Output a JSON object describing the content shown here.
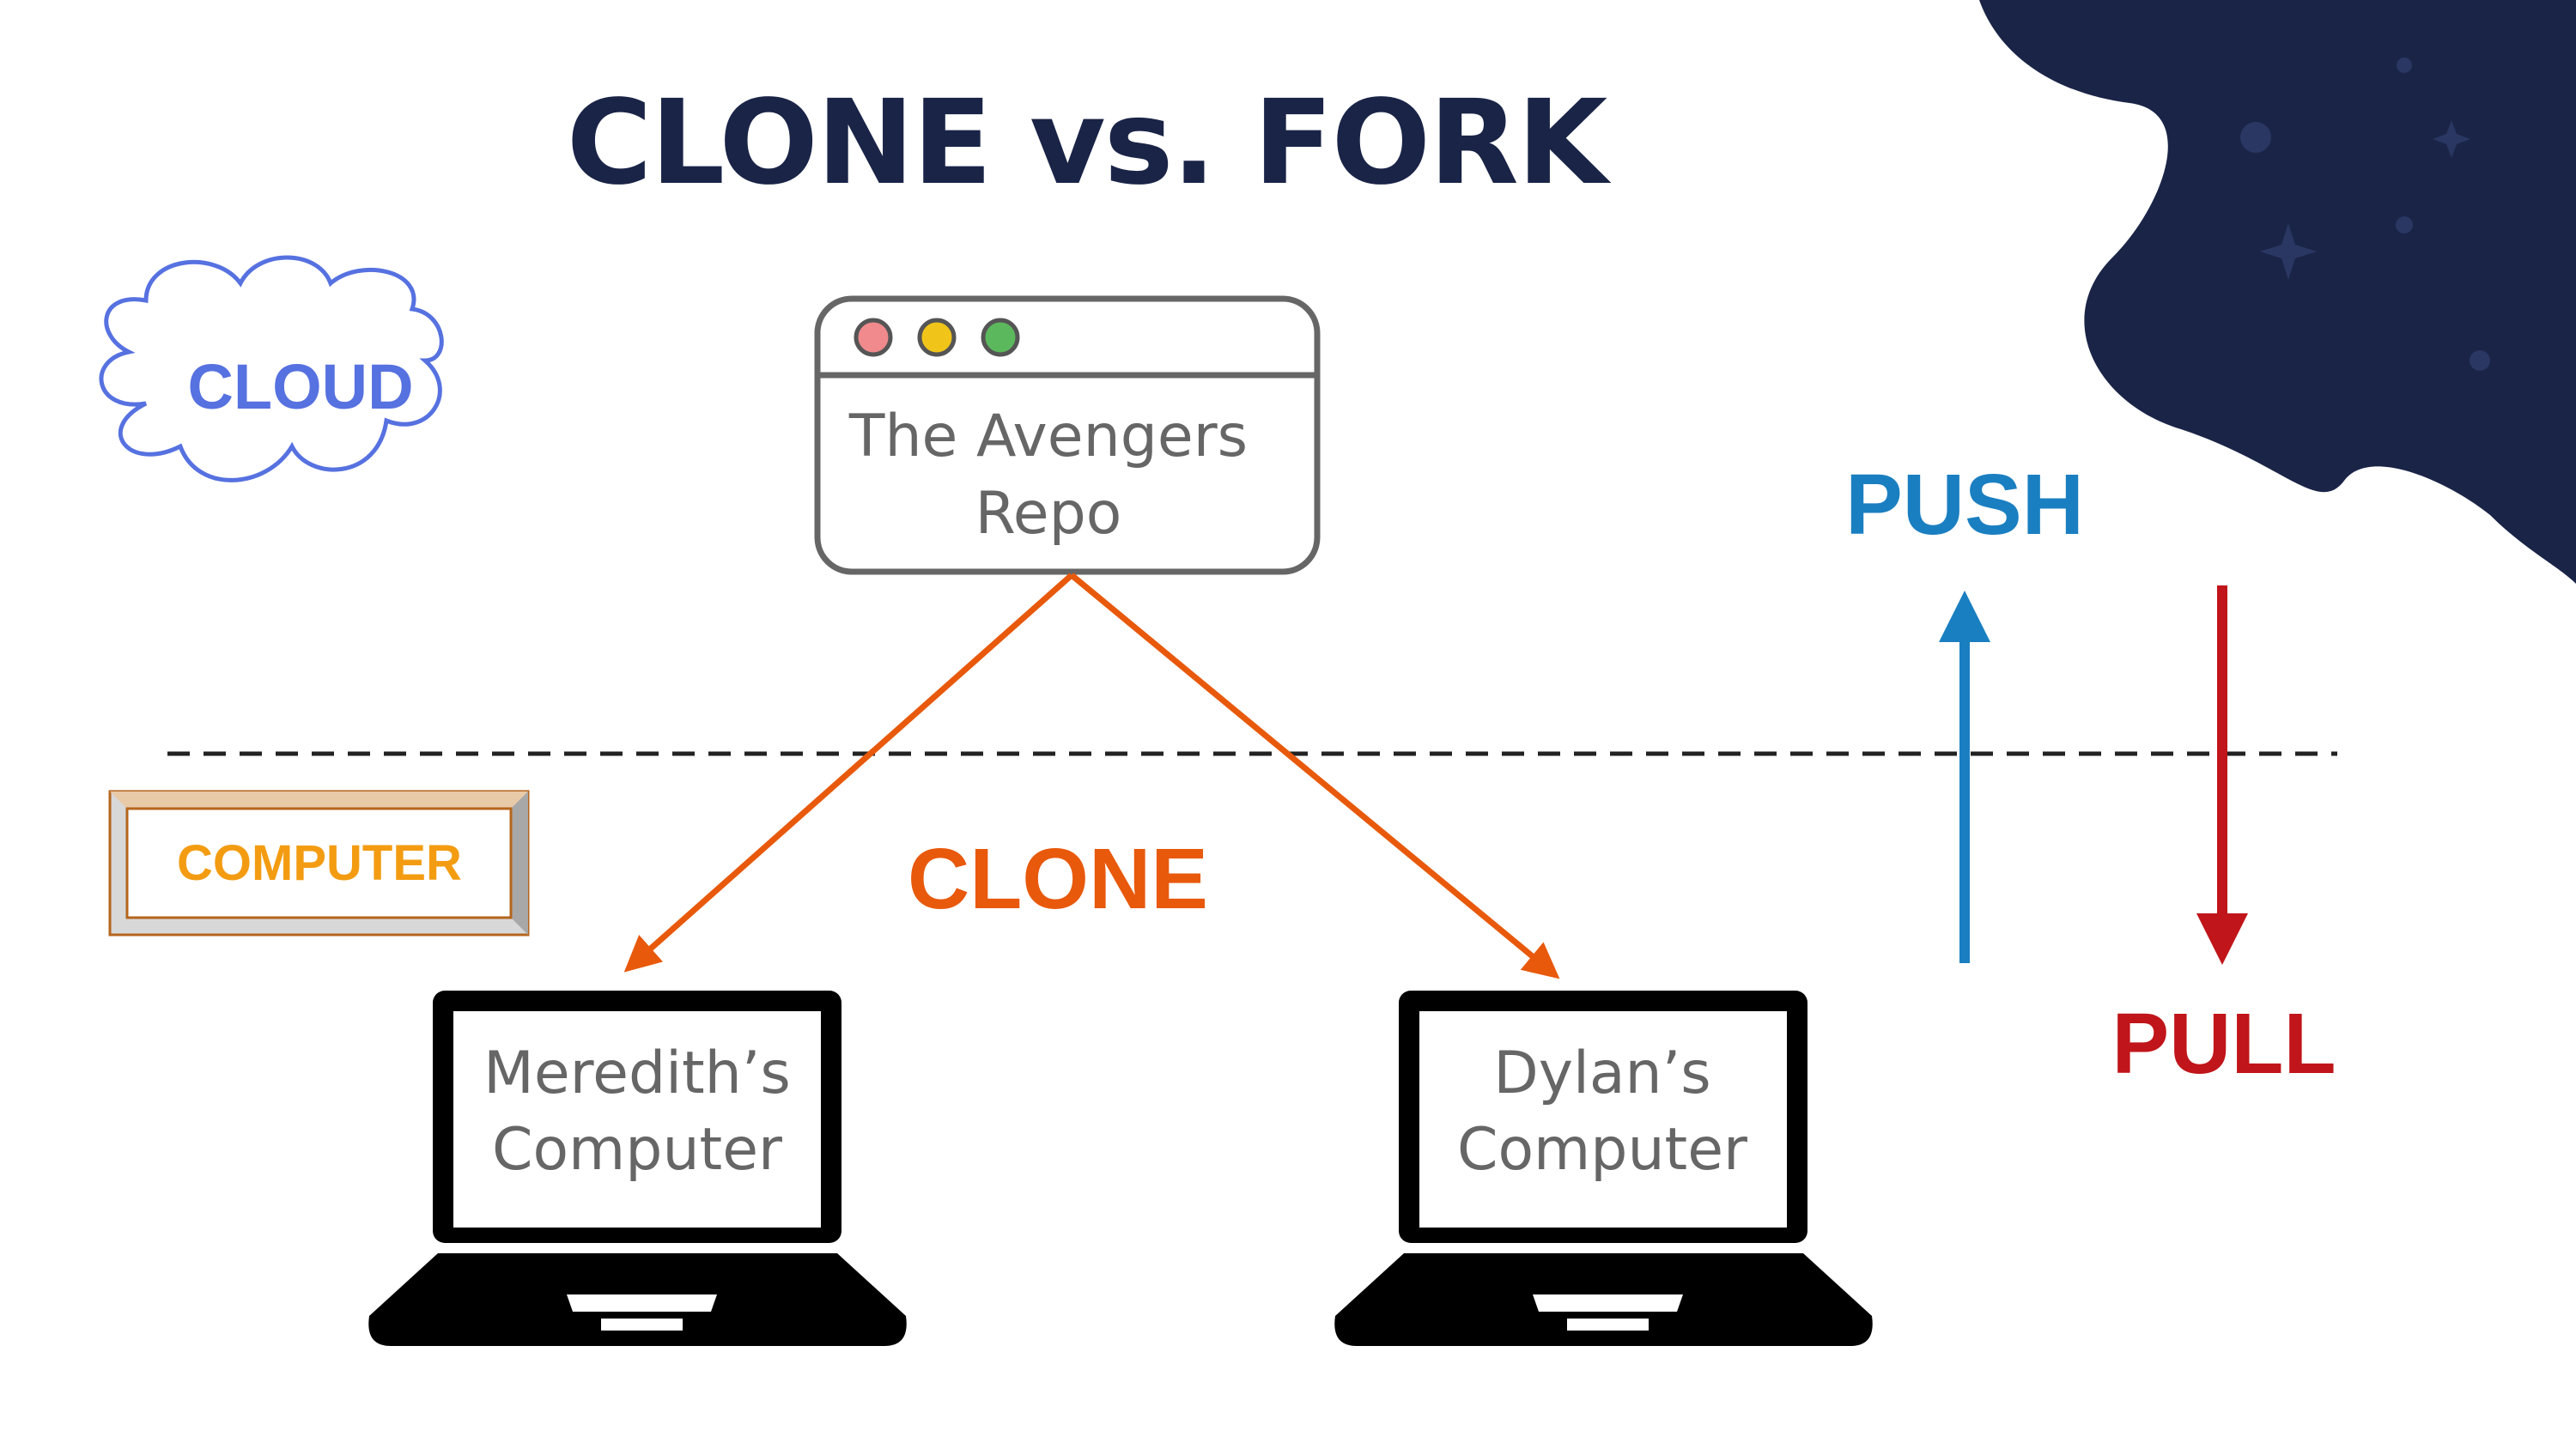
{
  "title": "CLONE vs. FORK",
  "cloud_label": "CLOUD",
  "computer_label": "COMPUTER",
  "repo": {
    "line1": "The Avengers",
    "line2": "Repo",
    "dot_colors": [
      "#f08a8d",
      "#f0c419",
      "#5cb85c"
    ]
  },
  "laptops": [
    {
      "line1": "Meredith’s",
      "line2": "Computer"
    },
    {
      "line1": "Dylan’s",
      "line2": "Computer"
    }
  ],
  "actions": {
    "clone": "CLONE",
    "push": "PUSH",
    "pull": "PULL"
  },
  "colors": {
    "title": "#1a2447",
    "clone": "#e8590c",
    "push": "#1a7fc1",
    "pull": "#c0151a",
    "cloud": "#5671e0",
    "computer": "#f39c12",
    "blob": "#1a2447"
  }
}
